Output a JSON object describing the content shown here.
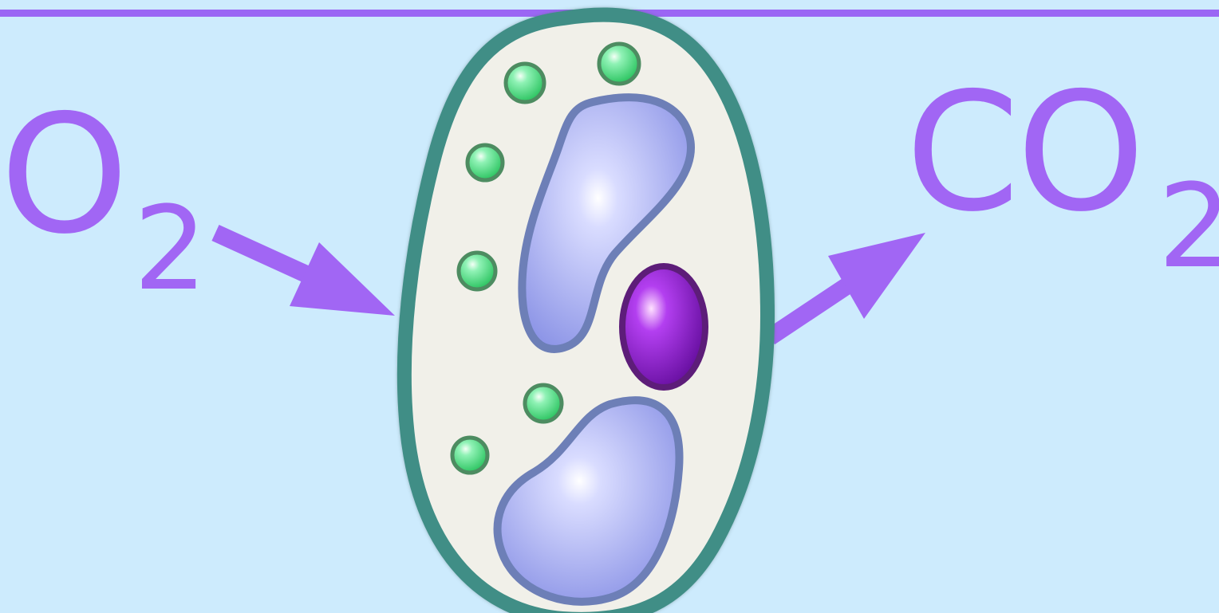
{
  "header": {
    "title_fragment": ""
  },
  "labels": {
    "input_main": "O",
    "input_sub": "2",
    "output_main": "CO",
    "output_sub": "2"
  },
  "colors": {
    "background": "#cdebfd",
    "accent": "#a166f4",
    "cell_wall": "#3f8e86",
    "cytoplasm": "#f1f0e9",
    "vacuole": "#8f98e8",
    "nucleus": "#8a12c7",
    "chloroplast": "#47df7d"
  }
}
